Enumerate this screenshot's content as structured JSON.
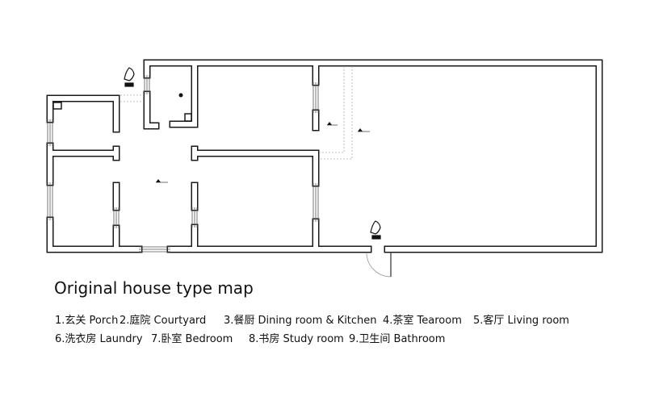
{
  "title": "Original house type map",
  "legend": [
    "1.玄关 Porch",
    "2.庭院 Courtyard",
    "3.餐厨 Dining room & Kitchen",
    "4.茶室 Tearoom",
    "5.客厅 Living room",
    "6.洗衣房 Laundry",
    "7.卧室  Bedroom",
    "8.书房 Study room",
    "9.卫生间 Bathroom"
  ],
  "colors": {
    "wall": "#1a1a1a",
    "background": "#ffffff",
    "dashed": "#aaaaaa"
  }
}
